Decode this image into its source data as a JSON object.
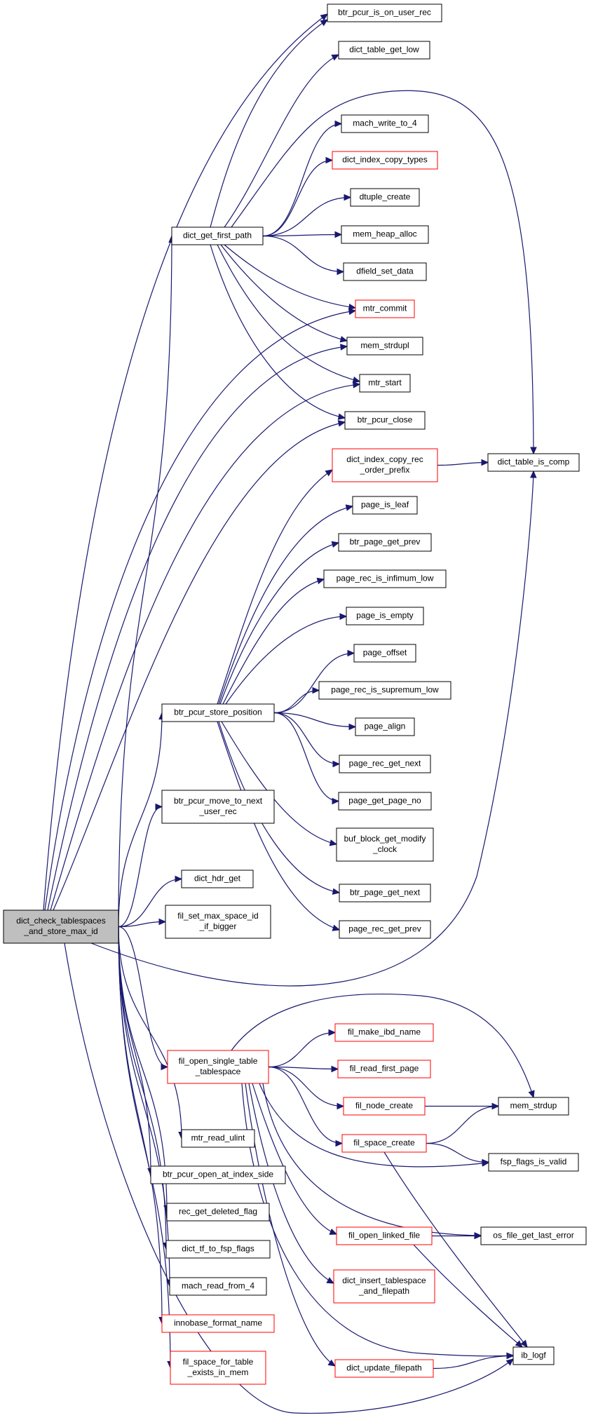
{
  "colors": {
    "edge": "#191970",
    "node_border": "#000000",
    "node_border_truncated": "#ff0000",
    "root_fill": "#bfbfbf"
  },
  "nodes": [
    {
      "id": "root",
      "lines": [
        "dict_check_tablespaces",
        "_and_store_max_id"
      ],
      "style": "root"
    },
    {
      "id": "dict_get_first_path",
      "lines": [
        "dict_get_first_path"
      ],
      "style": "normal"
    },
    {
      "id": "btr_pcur_store_position",
      "lines": [
        "btr_pcur_store_position"
      ],
      "style": "normal"
    },
    {
      "id": "btr_pcur_move_to_next_user_rec",
      "lines": [
        "btr_pcur_move_to_next",
        "_user_rec"
      ],
      "style": "normal"
    },
    {
      "id": "dict_hdr_get",
      "lines": [
        "dict_hdr_get"
      ],
      "style": "normal"
    },
    {
      "id": "fil_set_max_space_id_if_bigger",
      "lines": [
        "fil_set_max_space_id",
        "_if_bigger"
      ],
      "style": "normal"
    },
    {
      "id": "fil_open_single_table_tablespace",
      "lines": [
        "fil_open_single_table",
        "_tablespace"
      ],
      "style": "red"
    },
    {
      "id": "mtr_read_ulint",
      "lines": [
        "mtr_read_ulint"
      ],
      "style": "normal"
    },
    {
      "id": "btr_pcur_open_at_index_side",
      "lines": [
        "btr_pcur_open_at_index_side"
      ],
      "style": "normal"
    },
    {
      "id": "rec_get_deleted_flag",
      "lines": [
        "rec_get_deleted_flag"
      ],
      "style": "normal"
    },
    {
      "id": "dict_tf_to_fsp_flags",
      "lines": [
        "dict_tf_to_fsp_flags"
      ],
      "style": "normal"
    },
    {
      "id": "mach_read_from_4",
      "lines": [
        "mach_read_from_4"
      ],
      "style": "normal"
    },
    {
      "id": "innobase_format_name",
      "lines": [
        "innobase_format_name"
      ],
      "style": "red"
    },
    {
      "id": "fil_space_for_table_exists_in_mem",
      "lines": [
        "fil_space_for_table",
        "_exists_in_mem"
      ],
      "style": "red"
    },
    {
      "id": "btr_pcur_is_on_user_rec",
      "lines": [
        "btr_pcur_is_on_user_rec"
      ],
      "style": "normal"
    },
    {
      "id": "dict_table_get_low",
      "lines": [
        "dict_table_get_low"
      ],
      "style": "normal"
    },
    {
      "id": "mach_write_to_4",
      "lines": [
        "mach_write_to_4"
      ],
      "style": "normal"
    },
    {
      "id": "dict_index_copy_types",
      "lines": [
        "dict_index_copy_types"
      ],
      "style": "red"
    },
    {
      "id": "dtuple_create",
      "lines": [
        "dtuple_create"
      ],
      "style": "normal"
    },
    {
      "id": "mem_heap_alloc",
      "lines": [
        "mem_heap_alloc"
      ],
      "style": "normal"
    },
    {
      "id": "dfield_set_data",
      "lines": [
        "dfield_set_data"
      ],
      "style": "normal"
    },
    {
      "id": "mtr_commit",
      "lines": [
        "mtr_commit"
      ],
      "style": "red"
    },
    {
      "id": "mem_strdupl",
      "lines": [
        "mem_strdupl"
      ],
      "style": "normal"
    },
    {
      "id": "mtr_start",
      "lines": [
        "mtr_start"
      ],
      "style": "normal"
    },
    {
      "id": "btr_pcur_close",
      "lines": [
        "btr_pcur_close"
      ],
      "style": "normal"
    },
    {
      "id": "dict_table_is_comp",
      "lines": [
        "dict_table_is_comp"
      ],
      "style": "normal"
    },
    {
      "id": "dict_index_copy_rec_order_prefix",
      "lines": [
        "dict_index_copy_rec",
        "_order_prefix"
      ],
      "style": "red"
    },
    {
      "id": "page_is_leaf",
      "lines": [
        "page_is_leaf"
      ],
      "style": "normal"
    },
    {
      "id": "btr_page_get_prev",
      "lines": [
        "btr_page_get_prev"
      ],
      "style": "normal"
    },
    {
      "id": "page_rec_is_infimum_low",
      "lines": [
        "page_rec_is_infimum_low"
      ],
      "style": "normal"
    },
    {
      "id": "page_is_empty",
      "lines": [
        "page_is_empty"
      ],
      "style": "normal"
    },
    {
      "id": "page_offset",
      "lines": [
        "page_offset"
      ],
      "style": "normal"
    },
    {
      "id": "page_rec_is_supremum_low",
      "lines": [
        "page_rec_is_supremum_low"
      ],
      "style": "normal"
    },
    {
      "id": "page_align",
      "lines": [
        "page_align"
      ],
      "style": "normal"
    },
    {
      "id": "page_rec_get_next",
      "lines": [
        "page_rec_get_next"
      ],
      "style": "normal"
    },
    {
      "id": "page_get_page_no",
      "lines": [
        "page_get_page_no"
      ],
      "style": "normal"
    },
    {
      "id": "buf_block_get_modify_clock",
      "lines": [
        "buf_block_get_modify",
        "_clock"
      ],
      "style": "normal"
    },
    {
      "id": "btr_page_get_next",
      "lines": [
        "btr_page_get_next"
      ],
      "style": "normal"
    },
    {
      "id": "page_rec_get_prev",
      "lines": [
        "page_rec_get_prev"
      ],
      "style": "normal"
    },
    {
      "id": "fil_make_ibd_name",
      "lines": [
        "fil_make_ibd_name"
      ],
      "style": "red"
    },
    {
      "id": "fil_read_first_page",
      "lines": [
        "fil_read_first_page"
      ],
      "style": "red"
    },
    {
      "id": "fil_node_create",
      "lines": [
        "fil_node_create"
      ],
      "style": "red"
    },
    {
      "id": "fil_space_create",
      "lines": [
        "fil_space_create"
      ],
      "style": "red"
    },
    {
      "id": "fil_open_linked_file",
      "lines": [
        "fil_open_linked_file"
      ],
      "style": "red"
    },
    {
      "id": "dict_insert_tablespace_and_filepath",
      "lines": [
        "dict_insert_tablespace",
        "_and_filepath"
      ],
      "style": "red"
    },
    {
      "id": "dict_update_filepath",
      "lines": [
        "dict_update_filepath"
      ],
      "style": "red"
    },
    {
      "id": "mem_strdup",
      "lines": [
        "mem_strdup"
      ],
      "style": "normal"
    },
    {
      "id": "fsp_flags_is_valid",
      "lines": [
        "fsp_flags_is_valid"
      ],
      "style": "normal"
    },
    {
      "id": "os_file_get_last_error",
      "lines": [
        "os_file_get_last_error"
      ],
      "style": "normal"
    },
    {
      "id": "ib_logf",
      "lines": [
        "ib_logf"
      ],
      "style": "normal"
    }
  ],
  "edges": [
    [
      "root",
      "dict_get_first_path"
    ],
    [
      "root",
      "btr_pcur_store_position"
    ],
    [
      "root",
      "btr_pcur_move_to_next_user_rec"
    ],
    [
      "root",
      "dict_hdr_get"
    ],
    [
      "root",
      "fil_set_max_space_id_if_bigger"
    ],
    [
      "root",
      "fil_open_single_table_tablespace"
    ],
    [
      "root",
      "mtr_read_ulint"
    ],
    [
      "root",
      "btr_pcur_open_at_index_side"
    ],
    [
      "root",
      "rec_get_deleted_flag"
    ],
    [
      "root",
      "dict_tf_to_fsp_flags"
    ],
    [
      "root",
      "mach_read_from_4"
    ],
    [
      "root",
      "innobase_format_name"
    ],
    [
      "root",
      "fil_space_for_table_exists_in_mem"
    ],
    [
      "root",
      "btr_pcur_is_on_user_rec"
    ],
    [
      "root",
      "mtr_commit"
    ],
    [
      "root",
      "mem_strdupl"
    ],
    [
      "root",
      "mtr_start"
    ],
    [
      "root",
      "btr_pcur_close"
    ],
    [
      "root",
      "dict_table_is_comp"
    ],
    [
      "root",
      "ib_logf"
    ],
    [
      "dict_get_first_path",
      "btr_pcur_is_on_user_rec"
    ],
    [
      "dict_get_first_path",
      "dict_table_get_low"
    ],
    [
      "dict_get_first_path",
      "dict_table_is_comp"
    ],
    [
      "dict_get_first_path",
      "mach_write_to_4"
    ],
    [
      "dict_get_first_path",
      "dict_index_copy_types"
    ],
    [
      "dict_get_first_path",
      "dtuple_create"
    ],
    [
      "dict_get_first_path",
      "mem_heap_alloc"
    ],
    [
      "dict_get_first_path",
      "dfield_set_data"
    ],
    [
      "dict_get_first_path",
      "mtr_commit"
    ],
    [
      "dict_get_first_path",
      "mem_strdupl"
    ],
    [
      "dict_get_first_path",
      "mtr_start"
    ],
    [
      "dict_get_first_path",
      "btr_pcur_close"
    ],
    [
      "btr_pcur_store_position",
      "dict_index_copy_rec_order_prefix"
    ],
    [
      "btr_pcur_store_position",
      "page_is_leaf"
    ],
    [
      "btr_pcur_store_position",
      "btr_page_get_prev"
    ],
    [
      "btr_pcur_store_position",
      "page_rec_is_infimum_low"
    ],
    [
      "btr_pcur_store_position",
      "page_is_empty"
    ],
    [
      "btr_pcur_store_position",
      "page_offset"
    ],
    [
      "btr_pcur_store_position",
      "page_rec_is_supremum_low"
    ],
    [
      "btr_pcur_store_position",
      "page_align"
    ],
    [
      "btr_pcur_store_position",
      "page_rec_get_next"
    ],
    [
      "btr_pcur_store_position",
      "page_get_page_no"
    ],
    [
      "btr_pcur_store_position",
      "buf_block_get_modify_clock"
    ],
    [
      "btr_pcur_store_position",
      "btr_page_get_next"
    ],
    [
      "btr_pcur_store_position",
      "page_rec_get_prev"
    ],
    [
      "dict_index_copy_rec_order_prefix",
      "dict_table_is_comp"
    ],
    [
      "fil_open_single_table_tablespace",
      "fil_make_ibd_name"
    ],
    [
      "fil_open_single_table_tablespace",
      "fil_read_first_page"
    ],
    [
      "fil_open_single_table_tablespace",
      "fil_node_create"
    ],
    [
      "fil_open_single_table_tablespace",
      "fil_space_create"
    ],
    [
      "fil_open_single_table_tablespace",
      "fil_open_linked_file"
    ],
    [
      "fil_open_single_table_tablespace",
      "dict_insert_tablespace_and_filepath"
    ],
    [
      "fil_open_single_table_tablespace",
      "dict_update_filepath"
    ],
    [
      "fil_open_single_table_tablespace",
      "mem_strdup"
    ],
    [
      "fil_open_single_table_tablespace",
      "fsp_flags_is_valid"
    ],
    [
      "fil_open_single_table_tablespace",
      "os_file_get_last_error"
    ],
    [
      "fil_open_single_table_tablespace",
      "ib_logf"
    ],
    [
      "fil_node_create",
      "mem_strdup"
    ],
    [
      "fil_space_create",
      "mem_strdup"
    ],
    [
      "fil_space_create",
      "fsp_flags_is_valid"
    ],
    [
      "fil_space_create",
      "ib_logf"
    ],
    [
      "fil_open_linked_file",
      "os_file_get_last_error"
    ],
    [
      "fil_open_linked_file",
      "ib_logf"
    ],
    [
      "dict_update_filepath",
      "ib_logf"
    ]
  ]
}
